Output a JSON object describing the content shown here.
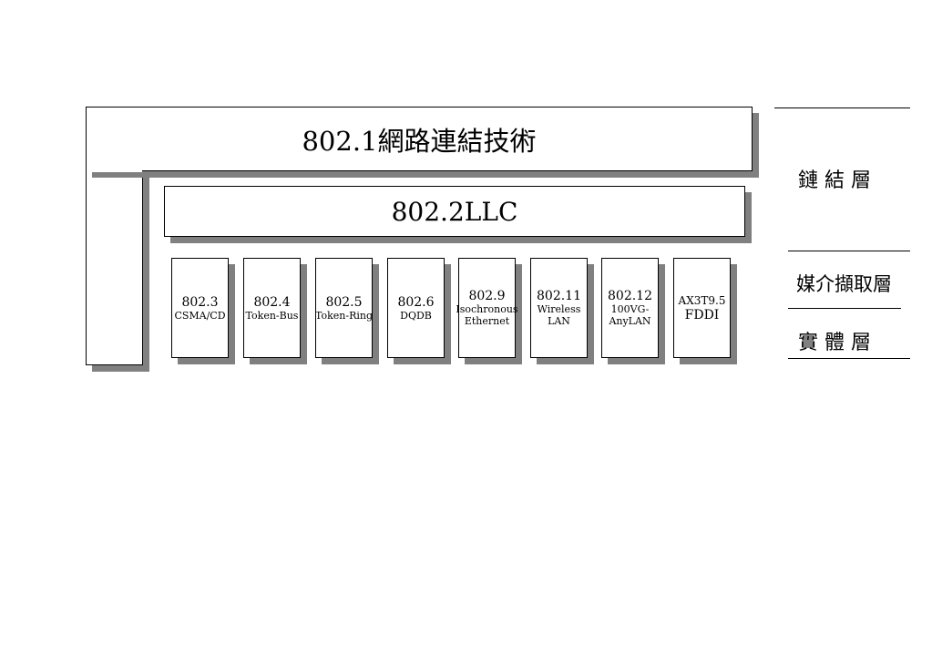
{
  "diagram": {
    "top_title": "802.1網路連結技術",
    "llc_title": "802.2LLC",
    "standards": [
      {
        "number": "802.3",
        "desc": [
          "CSMA/CD"
        ]
      },
      {
        "number": "802.4",
        "desc": [
          "Token-Bus"
        ]
      },
      {
        "number": "802.5",
        "desc": [
          "Token-Ring"
        ]
      },
      {
        "number": "802.6",
        "desc": [
          "DQDB"
        ]
      },
      {
        "number": "802.9",
        "desc": [
          "Isochronous",
          "Ethernet"
        ]
      },
      {
        "number": "802.11",
        "desc": [
          "Wireless",
          "LAN"
        ]
      },
      {
        "number": "802.12",
        "desc": [
          "100VG-",
          "AnyLAN"
        ]
      },
      {
        "number": "AX3T9.5",
        "desc": [
          "FDDI"
        ]
      }
    ]
  },
  "layers": {
    "link": "鏈 結 層",
    "mac": "媒介擷取層",
    "physical": "實 體 層"
  }
}
